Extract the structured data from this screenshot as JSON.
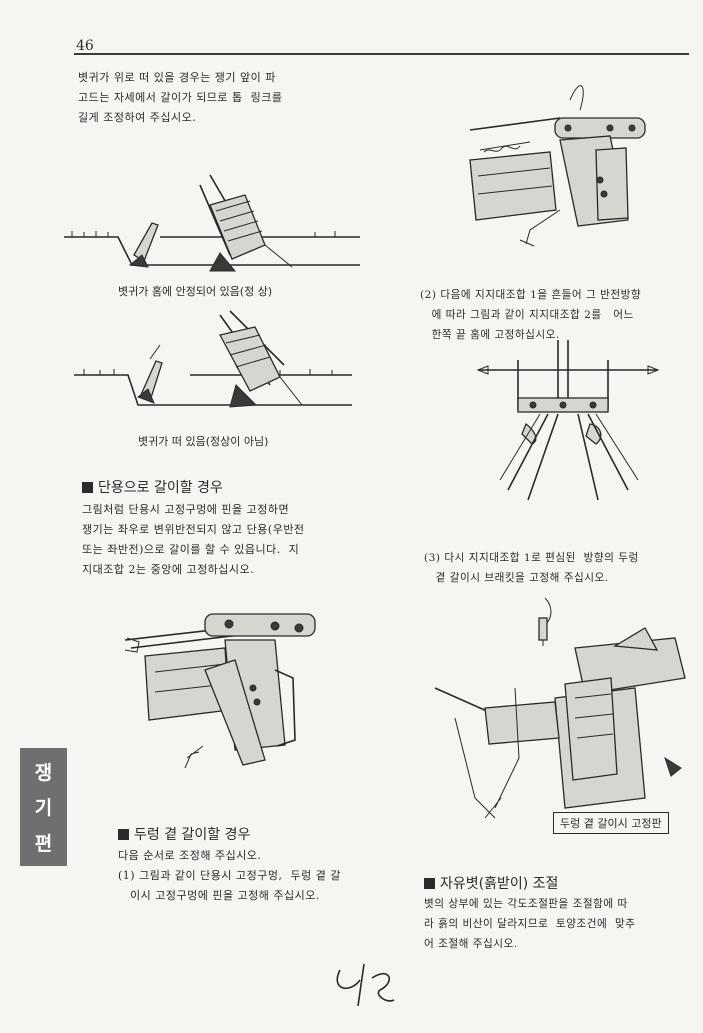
{
  "page": {
    "number": "46",
    "side_tab": [
      "쟁",
      "기",
      "편"
    ]
  },
  "intro": {
    "lines": [
      "볏귀가 위로 떠 있을 경우는 쟁기 앞이 파",
      "고드는 자세에서 갈이가 되므로 톱  링크를",
      "길게 조정하여 주십시오."
    ]
  },
  "figures": {
    "normal_caption": "볏귀가 홈에 안정되어 있음(정  상)",
    "abnormal_caption": "볏귀가 떠 있음(정상이 아님)",
    "fixing_plate_label": "두렁 곁 갈이시 고정판"
  },
  "section_single": {
    "heading": "단용으로 갈이할 경우",
    "lines": [
      "그림처럼 단용시 고정구멍에 핀을 고정하면",
      "쟁기는 좌우로 변위반전되지 않고 단용(우반전",
      "또는 좌반전)으로 갈이를 할 수 있읍니다.  지",
      "지대조합 2는 중앙에 고정하십시오."
    ]
  },
  "section_ridge": {
    "heading": "두렁 곁 갈이할 경우",
    "lines": [
      "다음 순서로 조정해 주십시오.",
      "(1) 그림과 같이 단용시 고정구멍,  두렁 곁 갈",
      "   이시 고정구멍에 핀을 고정해 주십시오."
    ]
  },
  "step2": {
    "lines": [
      "(2) 다음에 지지대조합 1을 흔들어 그 반전방향",
      "   에 따라 그림과 같이 지지대조합 2를   어느",
      "   한쪽 끝 홈에 고정하십시오."
    ]
  },
  "step3": {
    "lines": [
      "(3) 다시 지지대조합 1로 편심된  방향의 두렁",
      "   곁 갈이시 브래킷을 고정해 주십시오."
    ]
  },
  "section_coulter": {
    "heading": "자유볏(흙받이) 조절",
    "lines": [
      "볏의 상부에 있는 각도조절판을 조절함에 따",
      "라 흙의 비산이 달라지므로  토양조건에  맞추",
      "어 조절해 주십시오."
    ]
  }
}
